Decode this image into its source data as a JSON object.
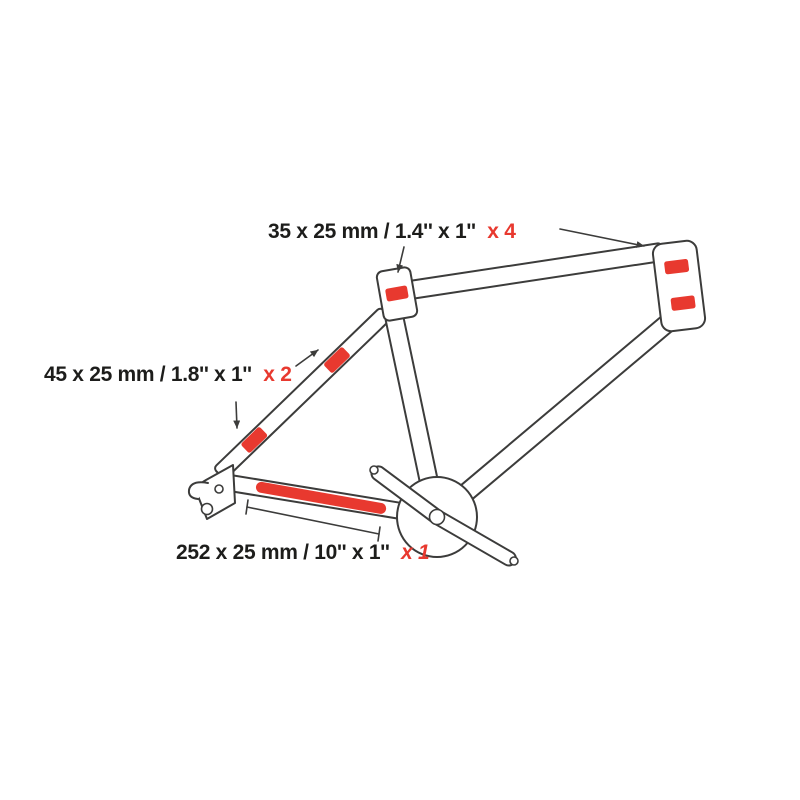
{
  "diagram": {
    "title_hint": "bike-frame-protection-kit-diagram",
    "labels": {
      "top_patch": {
        "dimensions": "35 x 25 mm / 1.4'' x 1''",
        "count": "x 4"
      },
      "side_patch": {
        "dimensions": "45 x 25 mm / 1.8'' x 1''",
        "count": "x 2"
      },
      "long_strip": {
        "dimensions": "252 x 25 mm / 10'' x 1''",
        "count": "x 1"
      }
    }
  },
  "colors": {
    "accent": "#e8392f",
    "line": "#3c3c3b",
    "text": "#1d1d1b"
  }
}
